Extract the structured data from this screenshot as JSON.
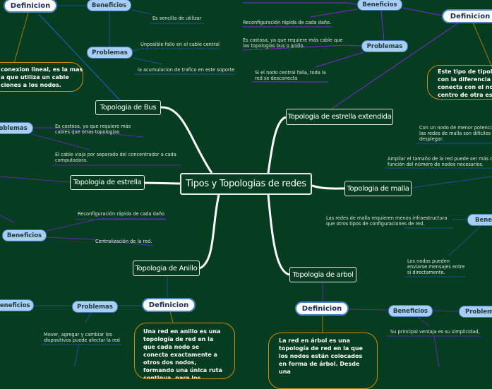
{
  "central": "Tipos y Topologias de redes",
  "topics": {
    "bus": "Topologia de Bus",
    "estrella": "Topologia de estrella",
    "anillo": "Topologia de Anillo",
    "extendida": "Topologia de estrella extendida",
    "malla": "Topologia de malla",
    "arbol": "Topologia de arbol"
  },
  "bus": {
    "definicion": "Definicion",
    "beneficios": "Beneficios",
    "problemas": "Problemas",
    "beneficio_1": "Es sencilla de utilizar",
    "problema_1": "Unposible fallo en el cable central",
    "problema_2": "la acumulacion de trafico en este soporte",
    "def_lines": [
      "conexion lineal, es la mas",
      "a que utiliza un cable",
      "ciones a los nodos."
    ]
  },
  "estrella": {
    "problemas": "Problemas",
    "problema_1": "Es costosa, ya que requiere más cables que otras topologías",
    "problema_2": "El cable viaja por separado del concentrador a cada computadora.",
    "beneficios": "Beneficios",
    "beneficio_1": "Reconfiguración rápida de cada daño",
    "beneficio_2": "Centralización de la red."
  },
  "anillo": {
    "definicion": "Definicion",
    "problemas": "Problemas",
    "beneficios": "Beneficios",
    "problema_1": "Mover, agregar y cambiar los dispositivos puede afectar la red",
    "def_text": "Una red en anillo es una topología de red en la que cada nodo se conecta exactamente a otros dos nodos, formando una única ruta continua, para los"
  },
  "extendida": {
    "beneficios": "Beneficios",
    "definicion": "Definicion",
    "problemas": "Problemas",
    "beneficio_1": "Reconfiguración rápida de cada daño.",
    "problema_1": "Es costosa, ya que requiere más cable que las topologías bus o anillo.",
    "problema_2": "Si el nodo central falla, toda la red se desconecta",
    "def_lines": [
      "Este tipo de tipolog",
      "con la diferencia de",
      "conecta con el nodo",
      "centro de otra estre"
    ]
  },
  "malla": {
    "problema_1": "Con un nodo de menor potencia, las redes de malla son difíciles de desplegar.",
    "problema_2": "Ampliar el tamaño de la red puede ser más d función del número de nodos necesarios.",
    "beneficios": "Benefi",
    "beneficio_1": "Las redes de malla requieren menos infraestructura que otros tipos de configuraciones de red.",
    "beneficio_2": "Los nodos pueden enviarse mensajes entre sí directamente."
  },
  "arbol": {
    "definicion": "Definicion",
    "beneficios": "Beneficios",
    "problemas": "Problema",
    "beneficio_1": "Su principal ventaja es su simplicidad,",
    "def_text": "La red en árbol es una topología de red en la que los nodos están colocados en forma de árbol. Desde una"
  }
}
